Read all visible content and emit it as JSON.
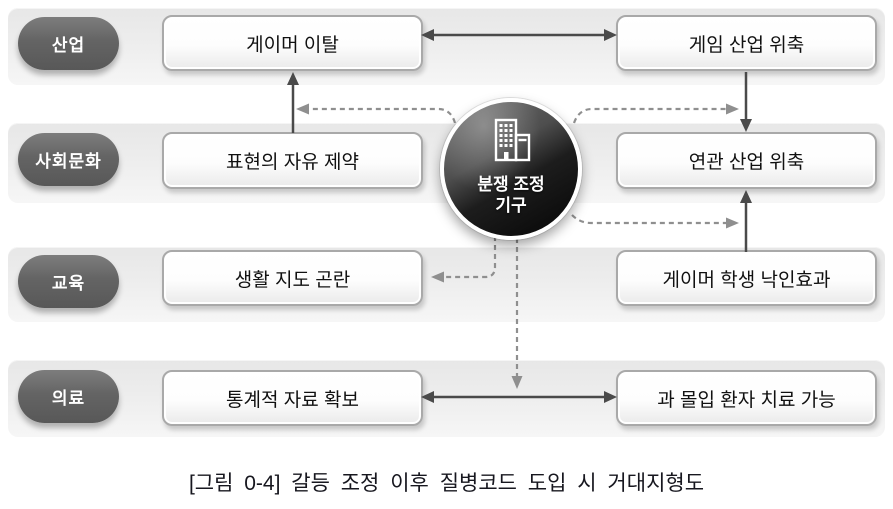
{
  "figure": {
    "caption": "[그림 0-4] 갈등 조정 이후 질병코드 도입 시 거대지형도"
  },
  "center": {
    "icon": "building-icon",
    "label_line1": "분쟁 조정",
    "label_line2": "기구"
  },
  "rows": [
    {
      "category": "산업",
      "left_box": "게이머 이탈",
      "right_box": "게임 산업 위축"
    },
    {
      "category": "사회문화",
      "left_box": "표현의 자유 제약",
      "right_box": "연관 산업 위축"
    },
    {
      "category": "교육",
      "left_box": "생활 지도 곤란",
      "right_box": "게이머 학생 낙인효과"
    },
    {
      "category": "의료",
      "left_box": "통계적 자료 확보",
      "right_box": "과 몰입 환자 치료 가능"
    }
  ],
  "connections": {
    "solid": [
      {
        "from": "게이머 이탈",
        "to": "게임 산업 위축",
        "direction": "both"
      },
      {
        "from": "표현의 자유 제약",
        "to": "게이머 이탈",
        "direction": "up"
      },
      {
        "from": "게임 산업 위축",
        "to": "연관 산업 위축",
        "direction": "down"
      },
      {
        "from": "게이머 학생 낙인효과",
        "to": "연관 산업 위축",
        "direction": "up"
      },
      {
        "from": "통계적 자료 확보",
        "to": "과 몰입 환자 치료 가능",
        "direction": "both"
      }
    ],
    "dashed_from_center": [
      {
        "target": "표현의 자유 제약 → 게이머 이탈 화살표"
      },
      {
        "target": "게임 산업 위축 → 연관 산업 위축 화살표"
      },
      {
        "target": "게이머 학생 낙인효과 → 연관 산업 위축 화살표"
      },
      {
        "target": "생활 지도 곤란"
      },
      {
        "target": "통계적 자료 확보 ↔ 과 몰입 환자 치료 가능 화살표"
      }
    ]
  },
  "colors": {
    "band_gray": "#ededed",
    "pill_gray": "#646464",
    "box_border": "#a9a9a9",
    "solid_line": "#4a4a4a",
    "dashed_line": "#8f8f8f",
    "circle_dark": "#1d1d1d",
    "text_dark": "#111111",
    "text_white": "#ffffff"
  }
}
